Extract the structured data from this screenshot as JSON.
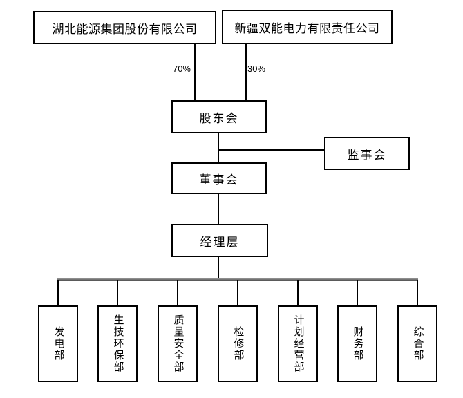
{
  "org_chart": {
    "parents": [
      {
        "label": "湖北能源集团股份有限公司",
        "ownership": "70%"
      },
      {
        "label": "新疆双能电力有限责任公司",
        "ownership": "30%"
      }
    ],
    "governance": {
      "shareholders_meeting": "股东会",
      "supervisory_board": "监事会",
      "board_of_directors": "董事会",
      "management_layer": "经理层"
    },
    "departments": [
      {
        "label": "发电部"
      },
      {
        "label": "生技环保部"
      },
      {
        "label": "质量安全部"
      },
      {
        "label": "检修部"
      },
      {
        "label": "计划经营部"
      },
      {
        "label": "财务部"
      },
      {
        "label": "综合部"
      }
    ],
    "colors": {
      "line": "#000000",
      "distribution_bar": "#8c8c8c",
      "box_border": "#000000",
      "background": "#ffffff"
    }
  }
}
